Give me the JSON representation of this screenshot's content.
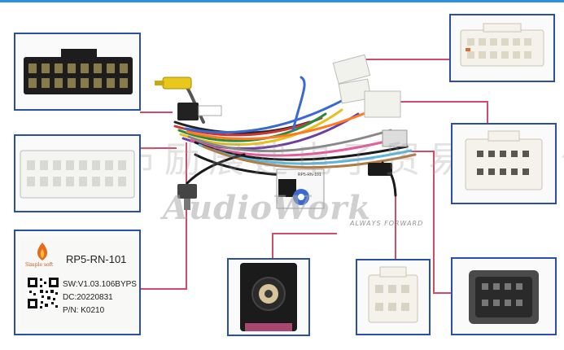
{
  "watermark": "广州市励展建电子贸易有限公司",
  "brand": {
    "name": "AudioWork",
    "tagline": "ALWAYS FORWARD",
    "registered": "®"
  },
  "module": {
    "model": "RP5-RN-101",
    "small_text": "RP5-RN-101"
  },
  "label": {
    "logo_text": "Simple soft",
    "model": "RP5-RN-101",
    "sw": "SW:V1.03.106BYPS",
    "dc": "DC:20220831",
    "pn": "P/N: K0210"
  },
  "colors": {
    "box_border": "#2a4fa8",
    "leader_line": "#d24b6a",
    "top_bar": "#2f8fe0"
  }
}
